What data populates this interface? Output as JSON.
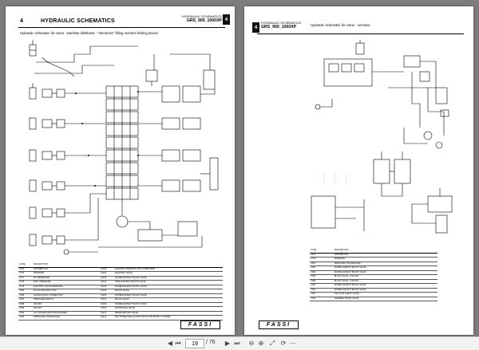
{
  "left_page": {
    "section_number": "4",
    "title": "HYDRAULIC SCHEMATICS",
    "header_section": "HYDRAULIC SCHEMATICS",
    "model": "GRS_900_1000XP",
    "tab_number": "4",
    "caption": "Hydraulic schematic for crane - Danfoss distributor - \"electronic\" lifting moment limiting device",
    "table_headers": [
      "CODE",
      "DESCRIPTION",
      "",
      ""
    ],
    "table_rows": [
      [
        "YA75",
        "DISTRIBUTOR",
        "YA100",
        "ELECTRIC MANIFOLD FOR STABILIZERS"
      ],
      [
        "YA76",
        "DIVERTER",
        "YA101",
        "ELECTRIC VALVE"
      ],
      [
        "YA77",
        "OIL RESERVOIR",
        "YA102",
        "DOUBLE EFFECT BLOCK VALVE"
      ],
      [
        "YA78",
        "ROD. PRESSURE",
        "YA103",
        "SINGLE EFFECT BLOCK VALVE"
      ],
      [
        "YA79",
        "ELECTRIC VALVE PRESSURE",
        "YA104",
        "DOUBLE EFFECT BLOCK VALVE"
      ],
      [
        "YA80",
        "OIL FILTER WITH COOL",
        "YA105",
        "BLOCK VALVE"
      ],
      [
        "YA85",
        "GAUGE QUICK CONNECTION",
        "YA106",
        "DOUBLE EFFECT BLOCK VALVE"
      ],
      [
        "YA87",
        "PRESSURE SWITCH",
        "YA107",
        "BLOCK VALVE"
      ],
      [
        "YA88",
        "FAUCET",
        "YA109",
        "DOUBLE EFFECT BLOCK VALVE"
      ],
      [
        "YA89",
        "FAUCET",
        "YA110",
        "ROTATIONAL VALVE"
      ],
      [
        "YA90",
        "OIL COOLER (HEAT EXCHANGER)",
        "YA111",
        "BRAKE RETURN VALVE"
      ],
      [
        "YA96",
        "PRESSURE TRANSDUCER",
        "YA112",
        "SET POWER REGULATOR VALVE FOR BOOM CYLINDER"
      ]
    ],
    "logo": "FASSI"
  },
  "right_page": {
    "header_section": "HYDRAULIC SCHEMATICS",
    "model": "GRS_900_1000XP",
    "tab_number": "4",
    "caption": "Hydraulic schematic for crane - versions",
    "table_headers": [
      "CODE",
      "DESCRIPTION"
    ],
    "table_rows": [
      [
        "YA75",
        "DISTRIBUTOR"
      ],
      [
        "YA76",
        "DIVERTER"
      ],
      [
        "YA81",
        "PRESSURE TRANSDUCER"
      ],
      [
        "YA82",
        "DOUBLE EFFECT BLOCK VALVE"
      ],
      [
        "YA84",
        "DOUBLE EFFECT BLOCK VALVE"
      ],
      [
        "YA86",
        "BLOCK VALVE + FAUCET"
      ],
      [
        "YA88",
        "BLOCK VALVE + FAUCET"
      ],
      [
        "YA91",
        "DOUBLE EFFECT BLOCK VALVE"
      ],
      [
        "YA92",
        "DOUBLE EFFECT BLOCK VALVE"
      ],
      [
        "YA93",
        "OIL FLOW CHECK VALVE"
      ],
      [
        "YA94",
        "UNIDIRECTIONAL VALVE"
      ]
    ],
    "logo": "FASSI"
  },
  "toolbar": {
    "first_label": "⏮",
    "prev_label": "◀",
    "current_page": "19",
    "total_pages": "/ 76",
    "next_label": "▶",
    "last_label": "⏭",
    "zoom_out_label": "⊖",
    "zoom_in_label": "⊕",
    "fit_label": "⤢",
    "rotate_label": "⟳",
    "more_label": "⋯"
  }
}
